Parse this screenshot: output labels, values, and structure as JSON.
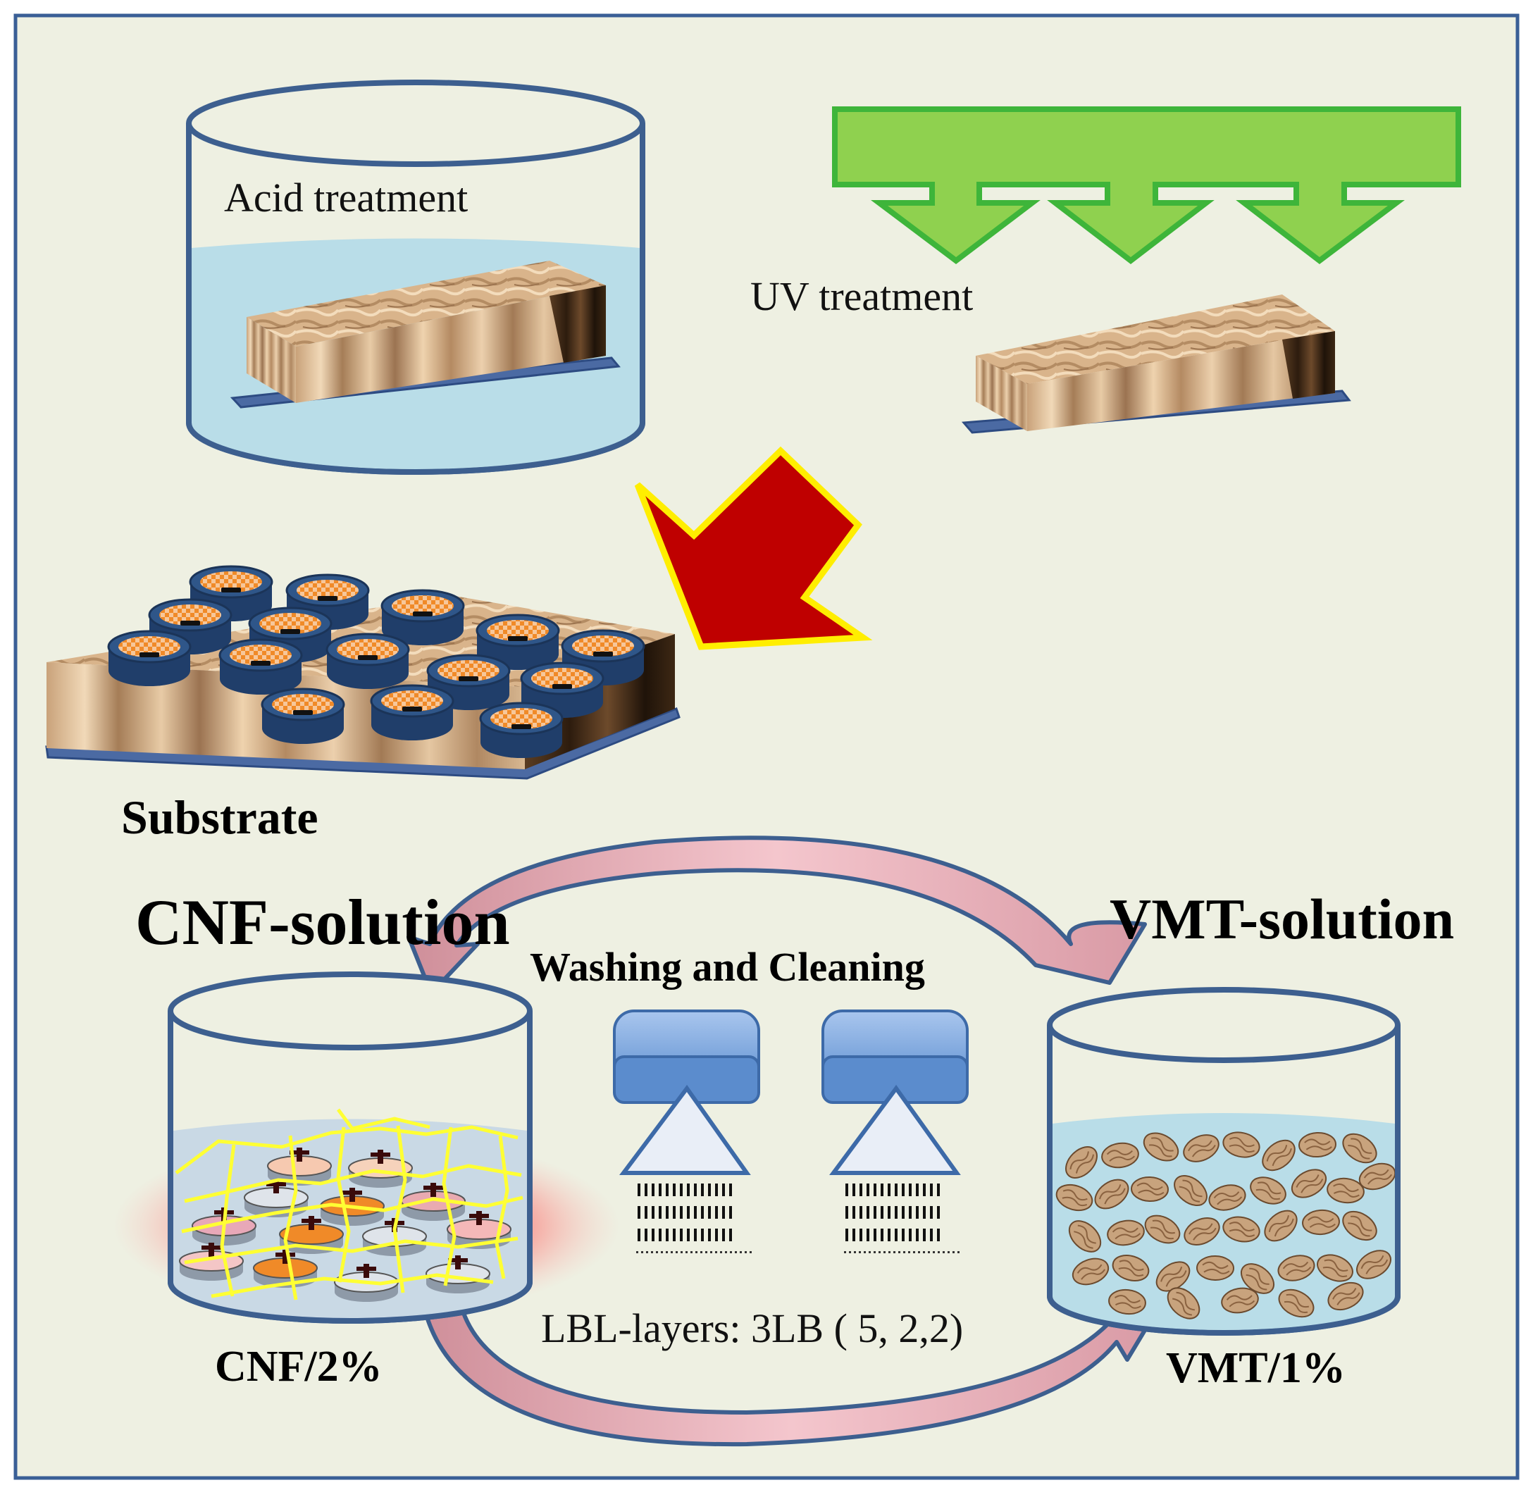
{
  "labels": {
    "acid": "Acid treatment",
    "uv": "UV treatment",
    "substrate": "Substrate",
    "cnf_solution": "CNF-solution",
    "vmt_solution": "VMT-solution",
    "washing": "Washing and Cleaning",
    "lbl": "LBL-layers:  3LB ( 5, 2,2)",
    "cnf_conc": "CNF/2%",
    "vmt_conc": "VMT/1%"
  },
  "colors": {
    "background": "#eef0e2",
    "frame": "#3a5f96",
    "beaker_outline": "#3d5f8f",
    "liquid": "#b9dde8",
    "uv_bar": "#8fd14f",
    "uv_outline": "#3eb53a",
    "red_arrow": "#bf0000",
    "red_arrow_outline": "#ffee00",
    "cycle_arrow": "#e8a9b4",
    "cnf_fibers": "#ffff33",
    "nozzle": "#6f9fd8"
  }
}
